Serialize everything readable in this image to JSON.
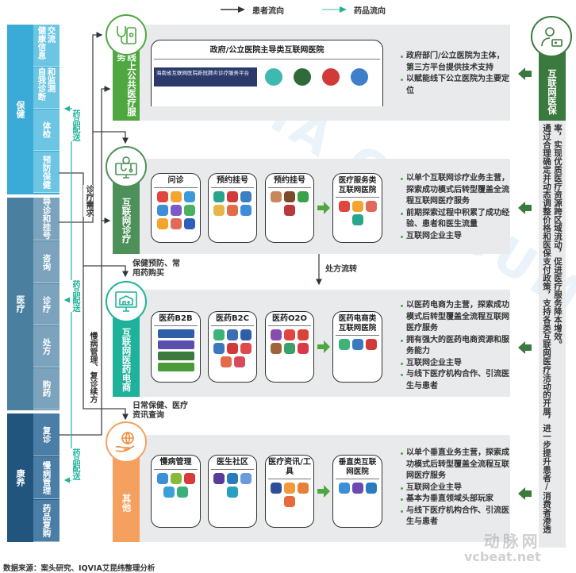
{
  "legend": {
    "patient_flow": "患者流向",
    "drug_flow": "药品流向"
  },
  "left_groups": [
    {
      "label": "保健",
      "color": "#3aaad6",
      "sub_color": "#6cc5e3",
      "items": [
        "健康信息交流",
        "自我诊断和监测",
        "体检",
        "预防保健"
      ]
    },
    {
      "label": "医疗",
      "color": "#4a7f9f",
      "sub_color": "#7ba3bd",
      "items": [
        "导诊和挂号",
        "咨询",
        "诊疗",
        "处方",
        "购药"
      ]
    },
    {
      "label": "康养",
      "color": "#22557e",
      "sub_color": "#4a7ea6",
      "items": [
        "复诊",
        "慢病管理",
        "药品复购"
      ]
    }
  ],
  "flow_labels": {
    "drug_delivery": "药品配送",
    "diagnosis_demand": "诊疗需求",
    "chronic_followup": "慢病管理、复诊续方",
    "prevention_purchase": "保健预防、常用药购买",
    "daily_info": "日常保健、医疗资讯查询",
    "prescription_flow": "处方流转"
  },
  "rows": [
    {
      "band": "线上公共医疗服务",
      "color": "#4ea83f",
      "cards": [
        {
          "title": "政府/公立医院主导类互联网医院",
          "banner": "海南省互联网医院新冠肺炎诊疗服务平台",
          "logos": [
            "#3fb8b0",
            "#2f6b3a",
            "#d23a3a",
            "#3d7fc9"
          ]
        }
      ],
      "bullets": [
        "政府部门/公立医院为主体，第三方平台提供技术支持",
        "以赋能线下公立医院为主要定位"
      ]
    },
    {
      "band": "互联网诊疗",
      "color": "#4d9059",
      "cards": [
        {
          "title": "问诊",
          "logos": [
            "#e0463f",
            "#f3a531",
            "#3d9ad9",
            "#3d8ed6",
            "#7b5ac7",
            "#4cb063",
            "#f2a52b",
            "#e06a5a",
            "#2f5fb8"
          ]
        },
        {
          "title": "预约挂号",
          "logos": [
            "#2aa58d",
            "#d23a3a",
            "#3a7fc0",
            "#e7b54a",
            "#e36b4a",
            "#3d8ed6"
          ]
        },
        {
          "title": "预约挂号",
          "logos": [
            "#c9865a",
            "#7a4a2a",
            "#3aa04a",
            "#b83a3a"
          ]
        },
        {
          "title": "医疗服务类互联网医院",
          "logos": [
            "#e0463f",
            "#f3a531",
            "#e06a5a",
            "#2aa58d"
          ]
        }
      ],
      "bullets": [
        "以单个互联网诊疗业务主营，探索成功模式后转型覆盖全流程互联网医疗服务",
        "前期探索过程中积累了成功经验、患者和医生流量",
        "互联网企业主导"
      ]
    },
    {
      "band": "互联网医药电商",
      "color": "#1fb29b",
      "cards": [
        {
          "title": "医药B2B",
          "wide": true,
          "logos": [
            "#2c5fa8",
            "#5a4fb0",
            "#3d7a3d",
            "#4a9a3a"
          ]
        },
        {
          "title": "医药B2C",
          "logos": [
            "#3db37a",
            "#3a6fb0",
            "#2c5fa8",
            "#3a78c0",
            "#d23a3a",
            "#e04a4a",
            "#e36b4a",
            "#d84a5a"
          ]
        },
        {
          "title": "医药O2O",
          "logos": [
            "#8a4ab0",
            "#e0463f",
            "#d9443a",
            "#a0643a",
            "#3aa06a",
            "#d93a4a"
          ]
        },
        {
          "title": "医药电商类互联网医院",
          "logos": [
            "#3db37a",
            "#3a78c0",
            "#d23a3a"
          ]
        }
      ],
      "bullets": [
        "以医药电商为主营，探索成功模式后转型覆盖全流程互联网医疗服务",
        "拥有强大的医药电商资源和服务能力",
        "互联网企业主导",
        "与线下医疗机构合作、引流医生与患者"
      ]
    },
    {
      "band": "其他",
      "color": "#f5a05e",
      "cards": [
        {
          "title": "慢病管理",
          "logos": [
            "#3a8fd6",
            "#8ab83a",
            "#d93a3a",
            "#3aa0d9",
            "#3ab07a"
          ]
        },
        {
          "title": "医生社区",
          "logos": [
            "#5a3a9a",
            "#2a7ac0",
            "#6a9ad9",
            "#2aa0c0"
          ]
        },
        {
          "title": "医疗资讯/工具",
          "logos": [
            "#2c4f98",
            "#f09a3a",
            "#e8803a",
            "#e86a3a"
          ]
        },
        {
          "title": "垂直类互联网医院",
          "logos": [
            "#3a8fd6",
            "#6a4ab0",
            "#2a7ac0"
          ]
        }
      ],
      "bullets": [
        "以单个垂直业务主营，探索成功模式后转型覆盖全流程互联网医疗服务",
        "互联网企业主导",
        "基本为垂直领域头部玩家",
        "与线下医疗机构合作、引流医生与患者"
      ]
    }
  ],
  "insurance": {
    "label": "互联网医保",
    "color": "#3b7a3f",
    "description": "通过合理确定并动态调整价格和医保支付政策，支持各类互联网医疗活动的开展，进一步提升患者/消费者渗透率，实现优质医疗资源跨区域流动，促进医疗服务降本增效。"
  },
  "source": "数据来源：案头研究、IQVIA艾昆纬整理分析",
  "watermarks": {
    "center": "IQVIA CONSUMER HEALTH",
    "brand": "动脉网",
    "site": "vcbeat.net"
  }
}
